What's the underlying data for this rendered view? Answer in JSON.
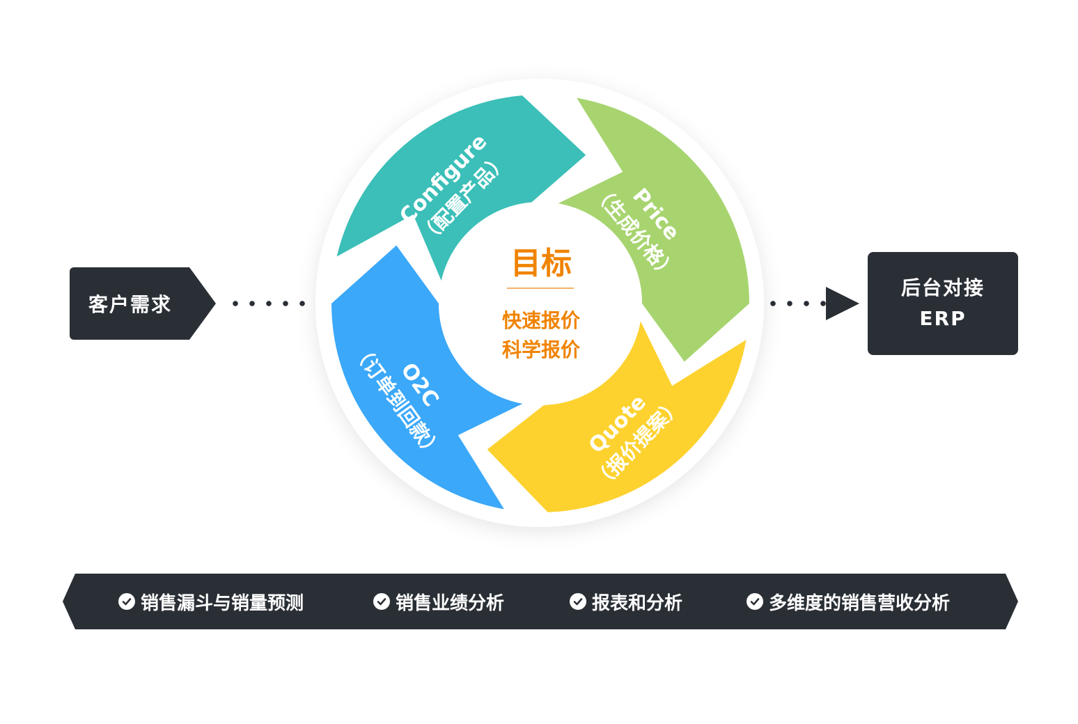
{
  "input": {
    "label": "客户需求"
  },
  "output": {
    "line1": "后台对接",
    "line2": "ERP"
  },
  "center": {
    "title": "目标",
    "line1": "快速报价",
    "line2": "科学报价"
  },
  "segments": [
    {
      "name": "Configure",
      "sub": "（配置产品）",
      "color": "#3bbfb8"
    },
    {
      "name": "Price",
      "sub": "（生成价格）",
      "color": "#a7d46f"
    },
    {
      "name": "Quote",
      "sub": "（报价提案）",
      "color": "#fdd22f"
    },
    {
      "name": "O2C",
      "sub": "（订单到回款）",
      "color": "#3ba8f9"
    }
  ],
  "colors": {
    "dark": "#2a2f36",
    "accent": "#f08300",
    "background_ring": "#ffffff"
  },
  "features": [
    {
      "label": "销售漏斗与销量预测",
      "icon": "check-circle-icon"
    },
    {
      "label": "销售业绩分析",
      "icon": "check-circle-icon"
    },
    {
      "label": "报表和分析",
      "icon": "check-circle-icon"
    },
    {
      "label": "多维度的销售营收分析",
      "icon": "check-circle-icon"
    }
  ]
}
